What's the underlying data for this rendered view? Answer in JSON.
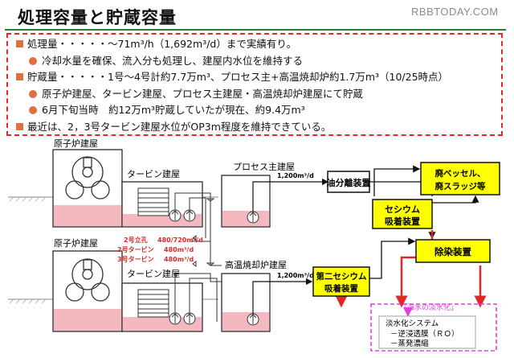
{
  "title": "処理容量と貯蔵容量",
  "watermark": "RBBTODAY.COM",
  "summary": {
    "items": [
      {
        "level": 1,
        "text": "処理量・・・・・～71m³/h（1,692m³/d）まで実績有り。"
      },
      {
        "level": 2,
        "text": "冷却水量を確保、流入分も処理し、建屋内水位を維持する"
      },
      {
        "level": 1,
        "text": "貯蔵量・・・・・1号～4号計約7.7万m³、プロセス主+高温焼却炉約1.7万m³（10/25時点）"
      },
      {
        "level": 2,
        "text": "原子炉建屋、タービン建屋、プロセス主建屋・高温焼却炉建屋にて貯蔵"
      },
      {
        "level": 2,
        "text": "6月下旬当時　約12万m³貯蔵していたが現在、約9.4万m³"
      },
      {
        "level": 1,
        "text": "最近は、2，3号タービン建屋水位がOP3m程度を維持できている。"
      }
    ]
  },
  "diagram": {
    "reactor_top": "原子炉建屋",
    "turbine_top": "タービン建屋",
    "reactor_bottom": "原子炉建屋",
    "turbine_bottom": "タービン建屋",
    "process_building": "プロセス主建屋",
    "incinerator_building": "高温焼却炉建屋",
    "flow_top": "1,200m³/d",
    "flow_bottom": "1,200m³/d",
    "legend": [
      {
        "label": "2号立孔",
        "value": "480/720m³/d"
      },
      {
        "label": "2号タービン",
        "value": "480m³/d"
      },
      {
        "label": "3号タービン",
        "value": "480m³/d"
      }
    ],
    "oil_separator": "油分離装置",
    "cesium": [
      "セシウム",
      "吸着装置"
    ],
    "sludge": [
      "廃ベッセル、",
      "廃スラッジ等"
    ],
    "decon": "除染装置",
    "second_cesium": [
      "第二セシウム",
      "吸着装置"
    ],
    "desal_title": "「海水の淡水化」",
    "desal_lines": [
      "淡水化システム",
      "－逆浸透膜（ＲＯ）",
      "－蒸発濃縮"
    ]
  },
  "colors": {
    "accent_green": "#2d7a3a",
    "warning_red": "#e02828",
    "device_yellow": "#ffff00",
    "water_pink": "#f4b8c0",
    "bullet_orange": "#e07040",
    "desal_magenta": "#e040e0"
  }
}
